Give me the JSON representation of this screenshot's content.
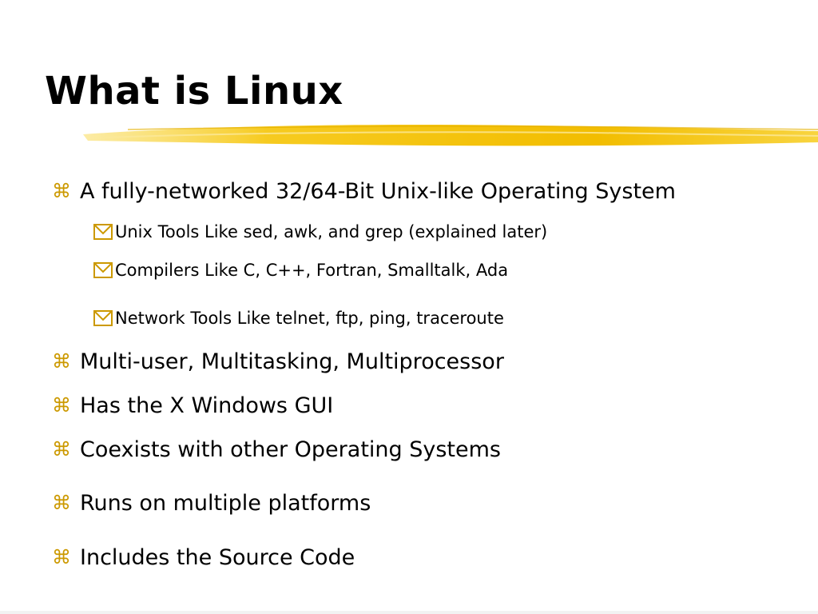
{
  "slide": {
    "title": "What is Linux",
    "accent_color": "#f5c400",
    "bullet_color": "#cc9900",
    "bullets": [
      {
        "level": 1,
        "icon": "command-key-icon",
        "text": "A fully-networked 32/64-Bit Unix-like Operating System"
      },
      {
        "level": 2,
        "icon": "envelope-checkbox-icon",
        "text": "Unix Tools Like sed, awk, and grep (explained later)"
      },
      {
        "level": 2,
        "icon": "envelope-checkbox-icon",
        "text": "Compilers Like C, C++, Fortran, Smalltalk, Ada"
      },
      {
        "level": 2,
        "icon": "envelope-checkbox-icon",
        "text": "Network Tools Like telnet, ftp, ping, traceroute"
      },
      {
        "level": 1,
        "icon": "command-key-icon",
        "text": "Multi-user, Multitasking, Multiprocessor"
      },
      {
        "level": 1,
        "icon": "command-key-icon",
        "text": "Has the X Windows GUI"
      },
      {
        "level": 1,
        "icon": "command-key-icon",
        "text": "Coexists with other Operating Systems"
      },
      {
        "level": 1,
        "icon": "command-key-icon",
        "text": "Runs on multiple platforms"
      },
      {
        "level": 1,
        "icon": "command-key-icon",
        "text": "Includes the Source Code"
      }
    ]
  }
}
